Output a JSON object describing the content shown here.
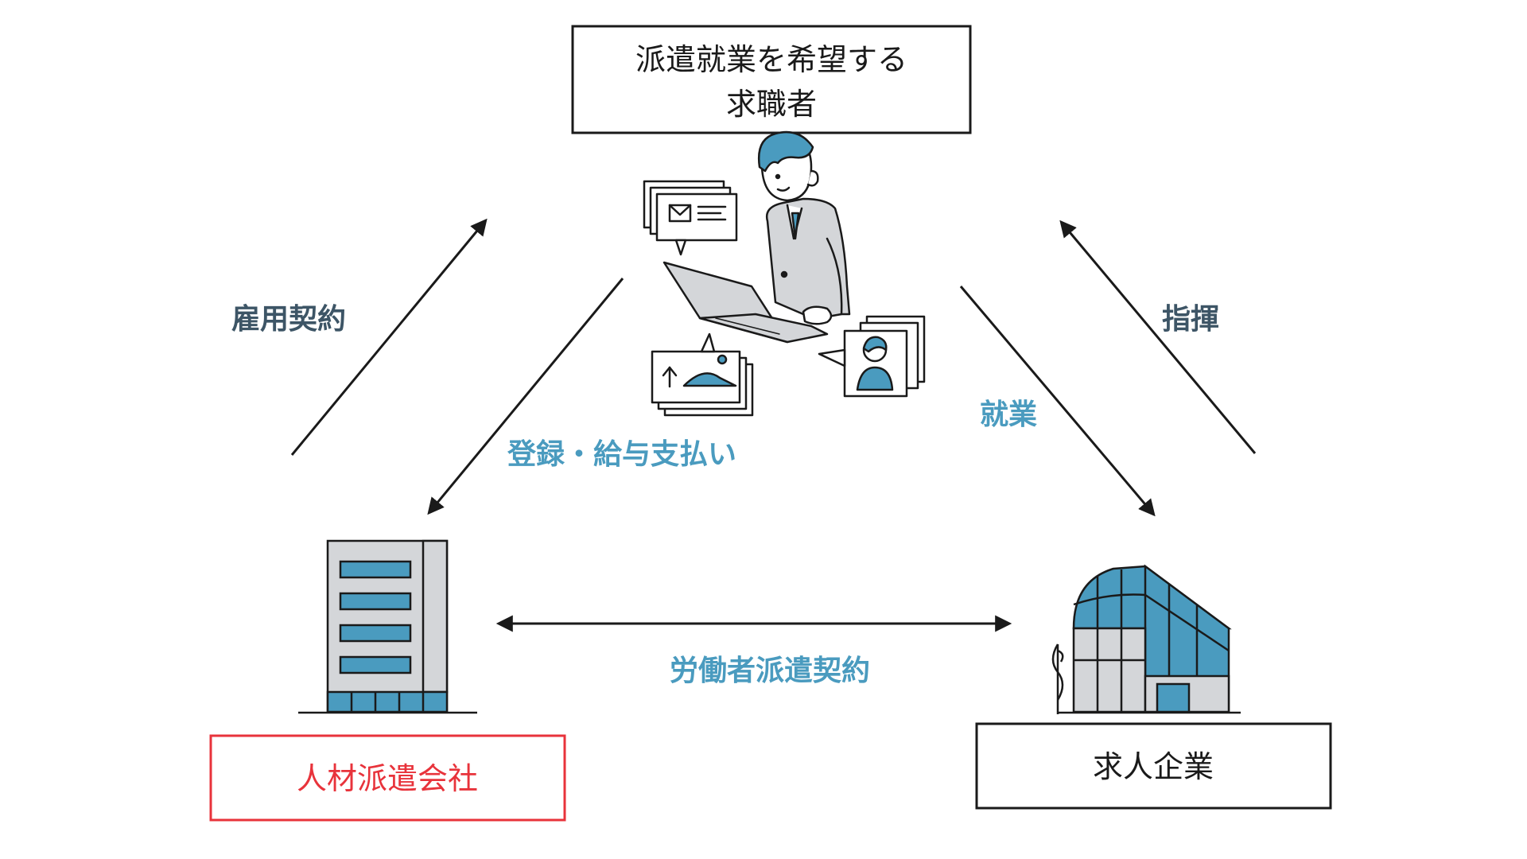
{
  "nodes": {
    "jobseeker": {
      "line1": "派遣就業を希望する",
      "line2": "求職者"
    },
    "agency": {
      "label": "人材派遣会社"
    },
    "client": {
      "label": "求人企業"
    }
  },
  "relations": {
    "employment_contract": "雇用契約",
    "registration_salary": "登録・給与支払い",
    "work": "就業",
    "direction": "指揮",
    "dispatch_contract": "労働者派遣契約"
  },
  "colors": {
    "accent_blue": "#4a9bbf",
    "label_dark": "#3d5566",
    "agency_red": "#e8333b",
    "building_gray": "#d4d6d9",
    "outline": "#1a1a1a"
  },
  "icons": {
    "person": "person-at-laptop-icon",
    "agency_building": "office-building-icon",
    "client_building": "corporate-building-icon"
  }
}
